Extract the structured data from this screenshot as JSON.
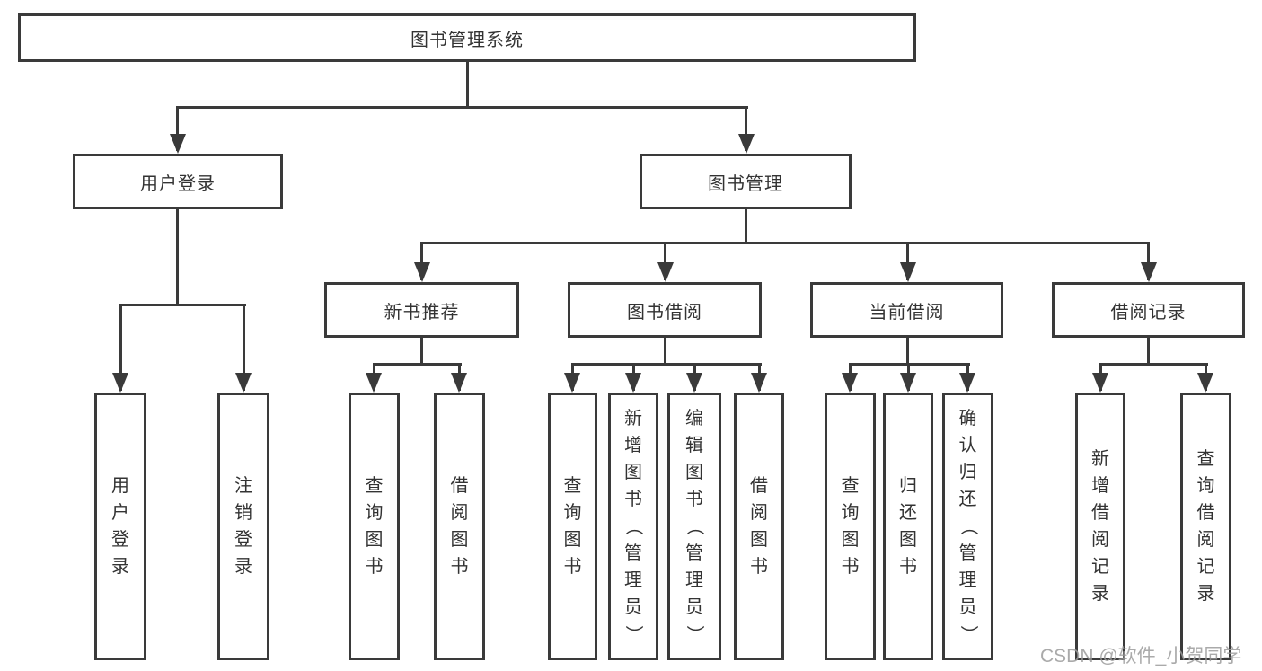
{
  "title": "图书管理系统",
  "watermark": "CSDN @软件_小贺同学",
  "colors": {
    "line": "#3a3a3a",
    "text": "#333333",
    "background": "#ffffff",
    "watermark": "#9b9b9b"
  },
  "tree": {
    "root": {
      "label": "图书管理系统"
    },
    "branches": [
      {
        "label": "用户登录",
        "children": [
          {
            "label": "用户登录"
          },
          {
            "label": "注销登录"
          }
        ]
      },
      {
        "label": "图书管理",
        "children": [
          {
            "label": "新书推荐",
            "children": [
              {
                "label": "查询图书"
              },
              {
                "label": "借阅图书"
              }
            ]
          },
          {
            "label": "图书借阅",
            "children": [
              {
                "label": "查询图书"
              },
              {
                "label": "新增图书（管理员）"
              },
              {
                "label": "编辑图书（管理员）"
              },
              {
                "label": "借阅图书"
              }
            ]
          },
          {
            "label": "当前借阅",
            "children": [
              {
                "label": "查询图书"
              },
              {
                "label": "归还图书"
              },
              {
                "label": "确认归还（管理员）"
              }
            ]
          },
          {
            "label": "借阅记录",
            "children": [
              {
                "label": "新增借阅记录"
              },
              {
                "label": "查询借阅记录"
              }
            ]
          }
        ]
      }
    ]
  }
}
